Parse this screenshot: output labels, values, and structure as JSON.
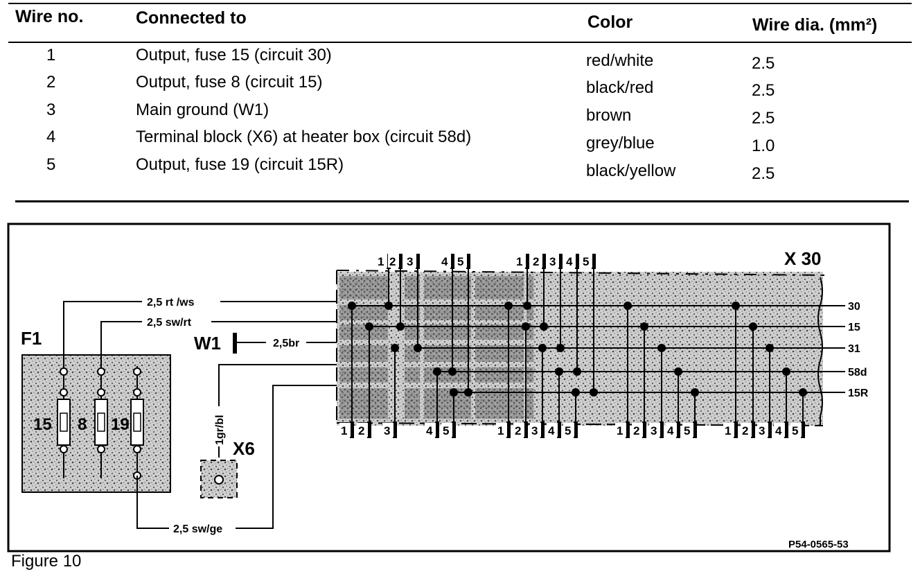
{
  "table": {
    "headers": {
      "wire_no": "Wire no.",
      "connected_to": "Connected to",
      "color": "Color",
      "wire_dia": "Wire dia. (mm²)"
    },
    "rows": [
      {
        "no": "1",
        "connected": "Output, fuse 15 (circuit 30)",
        "color": "red/white",
        "dia": "2.5"
      },
      {
        "no": "2",
        "connected": "Output, fuse 8 (circuit 15)",
        "color": "black/red",
        "dia": "2.5"
      },
      {
        "no": "3",
        "connected": "Main ground (W1)",
        "color": "brown",
        "dia": "2.5"
      },
      {
        "no": "4",
        "connected": "Terminal block (X6) at heater box (circuit 58d)",
        "color": "grey/blue",
        "dia": "1.0"
      },
      {
        "no": "5",
        "connected": "Output, fuse 19 (circuit 15R)",
        "color": "black/yellow",
        "dia": "2.5"
      }
    ]
  },
  "diagram": {
    "fusebox_label": "F1",
    "fuses": [
      "15",
      "8",
      "19"
    ],
    "ground_label": "W1",
    "terminal_label": "X6",
    "connector_label": "X 30",
    "wire_labels": {
      "w1": "2,5 rt /ws",
      "w2": "2,5 sw/rt",
      "w3": "2,5br",
      "w4": "1gr/bl",
      "w5": "2,5 sw/ge"
    },
    "circuit_labels": [
      "30",
      "15",
      "31",
      "58d",
      "15R"
    ],
    "pin_numbers": [
      "1",
      "2",
      "3",
      "4",
      "5"
    ],
    "part_number": "P54-0565-53"
  },
  "caption": "Figure 10"
}
